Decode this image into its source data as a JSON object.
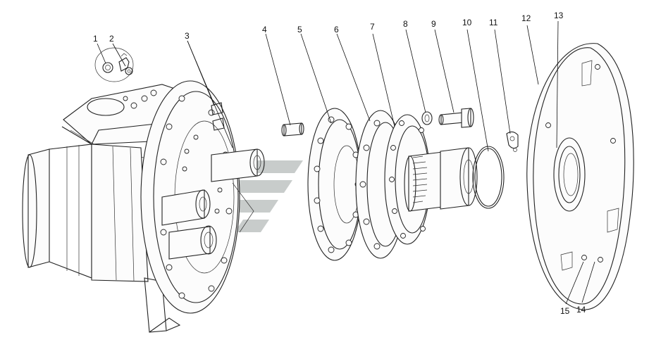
{
  "diagram": {
    "callouts": [
      {
        "id": "c1",
        "label": "1"
      },
      {
        "id": "c2",
        "label": "2"
      },
      {
        "id": "c3",
        "label": "3"
      },
      {
        "id": "c4",
        "label": "4"
      },
      {
        "id": "c5",
        "label": "5"
      },
      {
        "id": "c6",
        "label": "6"
      },
      {
        "id": "c7",
        "label": "7"
      },
      {
        "id": "c8",
        "label": "8"
      },
      {
        "id": "c9",
        "label": "9"
      },
      {
        "id": "c10",
        "label": "10"
      },
      {
        "id": "c11",
        "label": "11"
      },
      {
        "id": "c12",
        "label": "12"
      },
      {
        "id": "c13",
        "label": "13"
      },
      {
        "id": "c14",
        "label": "14"
      },
      {
        "id": "c15",
        "label": "15"
      }
    ],
    "colors": {
      "line": "#222222",
      "watermark": "#9aa3a0",
      "background": "#ffffff"
    }
  }
}
